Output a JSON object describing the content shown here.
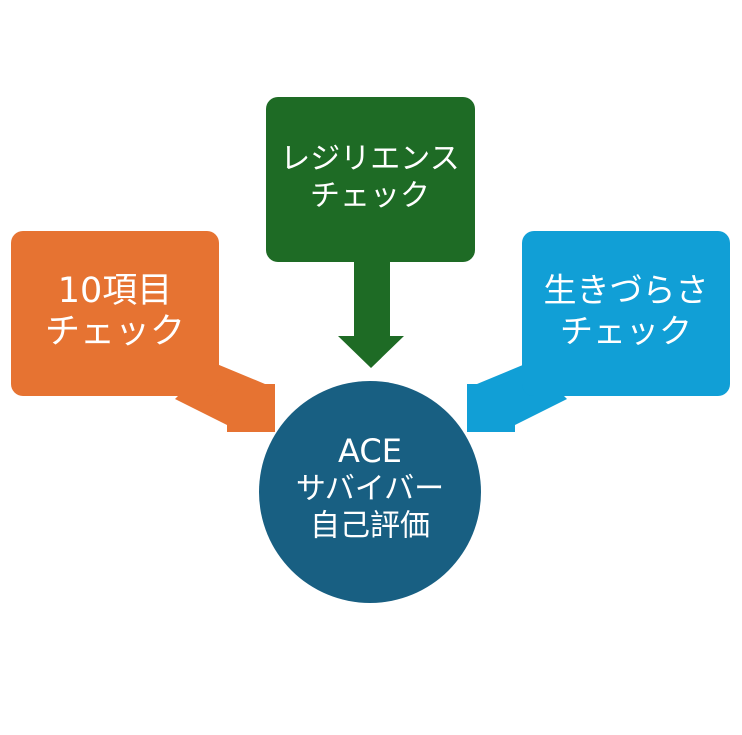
{
  "diagram": {
    "center": {
      "lines": [
        "ACE",
        "サバイバー",
        "自己評価"
      ],
      "color": "#185f82"
    },
    "left_box": {
      "lines": [
        "10項目",
        "チェック"
      ],
      "color": "#e67332"
    },
    "top_box": {
      "lines": [
        "レジリエンス",
        "チェック"
      ],
      "color": "#1e6b25"
    },
    "right_box": {
      "lines": [
        "生きづらさ",
        "チェック"
      ],
      "color": "#119fd6"
    }
  }
}
